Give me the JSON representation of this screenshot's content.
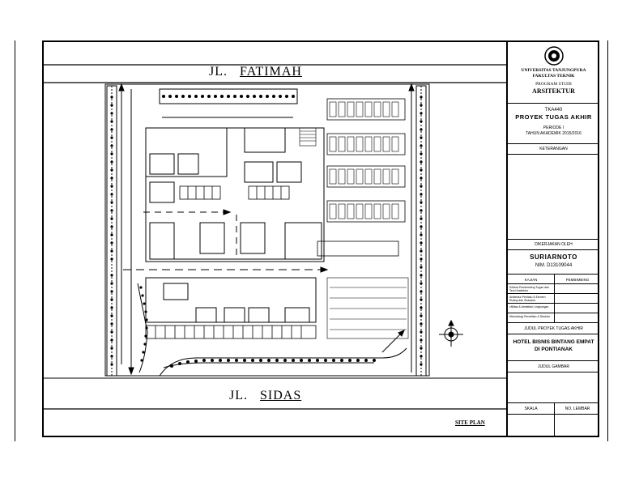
{
  "drawing": {
    "street_top": {
      "prefix": "JL.",
      "name": "FATIMAH"
    },
    "street_bottom": {
      "prefix": "JL.",
      "name": "SIDAS"
    },
    "site_plan_label": "SITE PLAN"
  },
  "title_block": {
    "university": "UNIVERSITAS TANJUNGPURA",
    "faculty": "FAKULTAS TEKNIK",
    "program": "PROGRAM STUDI",
    "department": "ARSITEKTUR",
    "course_code": "TKA440",
    "course_name": "PROYEK TUGAS AKHIR",
    "period": "PERIODE I",
    "academic_year": "TAHUN AKADEMIK 2015/2016",
    "notes_header": "KETERANGAN",
    "worked_by_header": "DIKERJAKAN OLEH",
    "student_name": "SURIARNOTO",
    "student_id": "NIM. D13109044",
    "review_headers": {
      "kajian": "KAJIAN",
      "pembimbing": "PEMBIMBING"
    },
    "review_rows": [
      "Kriteria Pembimbing Tugas dan Teori Arsitektur",
      "Arsitektur Perilaku & Elemen Ruang dan Suasana",
      "Utilitas & Arsitektur Lingkungan",
      "Metodologi Penelitian & Struktur"
    ],
    "project_title_header": "JUDUL PROYEK TUGAS AKHIR",
    "project_title_line1": "HOTEL BISNIS BINTANG EMPAT",
    "project_title_line2": "DI PONTIANAK",
    "drawing_title_header": "JUDUL GAMBAR",
    "scale_header": "SKALA",
    "sheet_no_header": "NO. LEMBAR"
  }
}
